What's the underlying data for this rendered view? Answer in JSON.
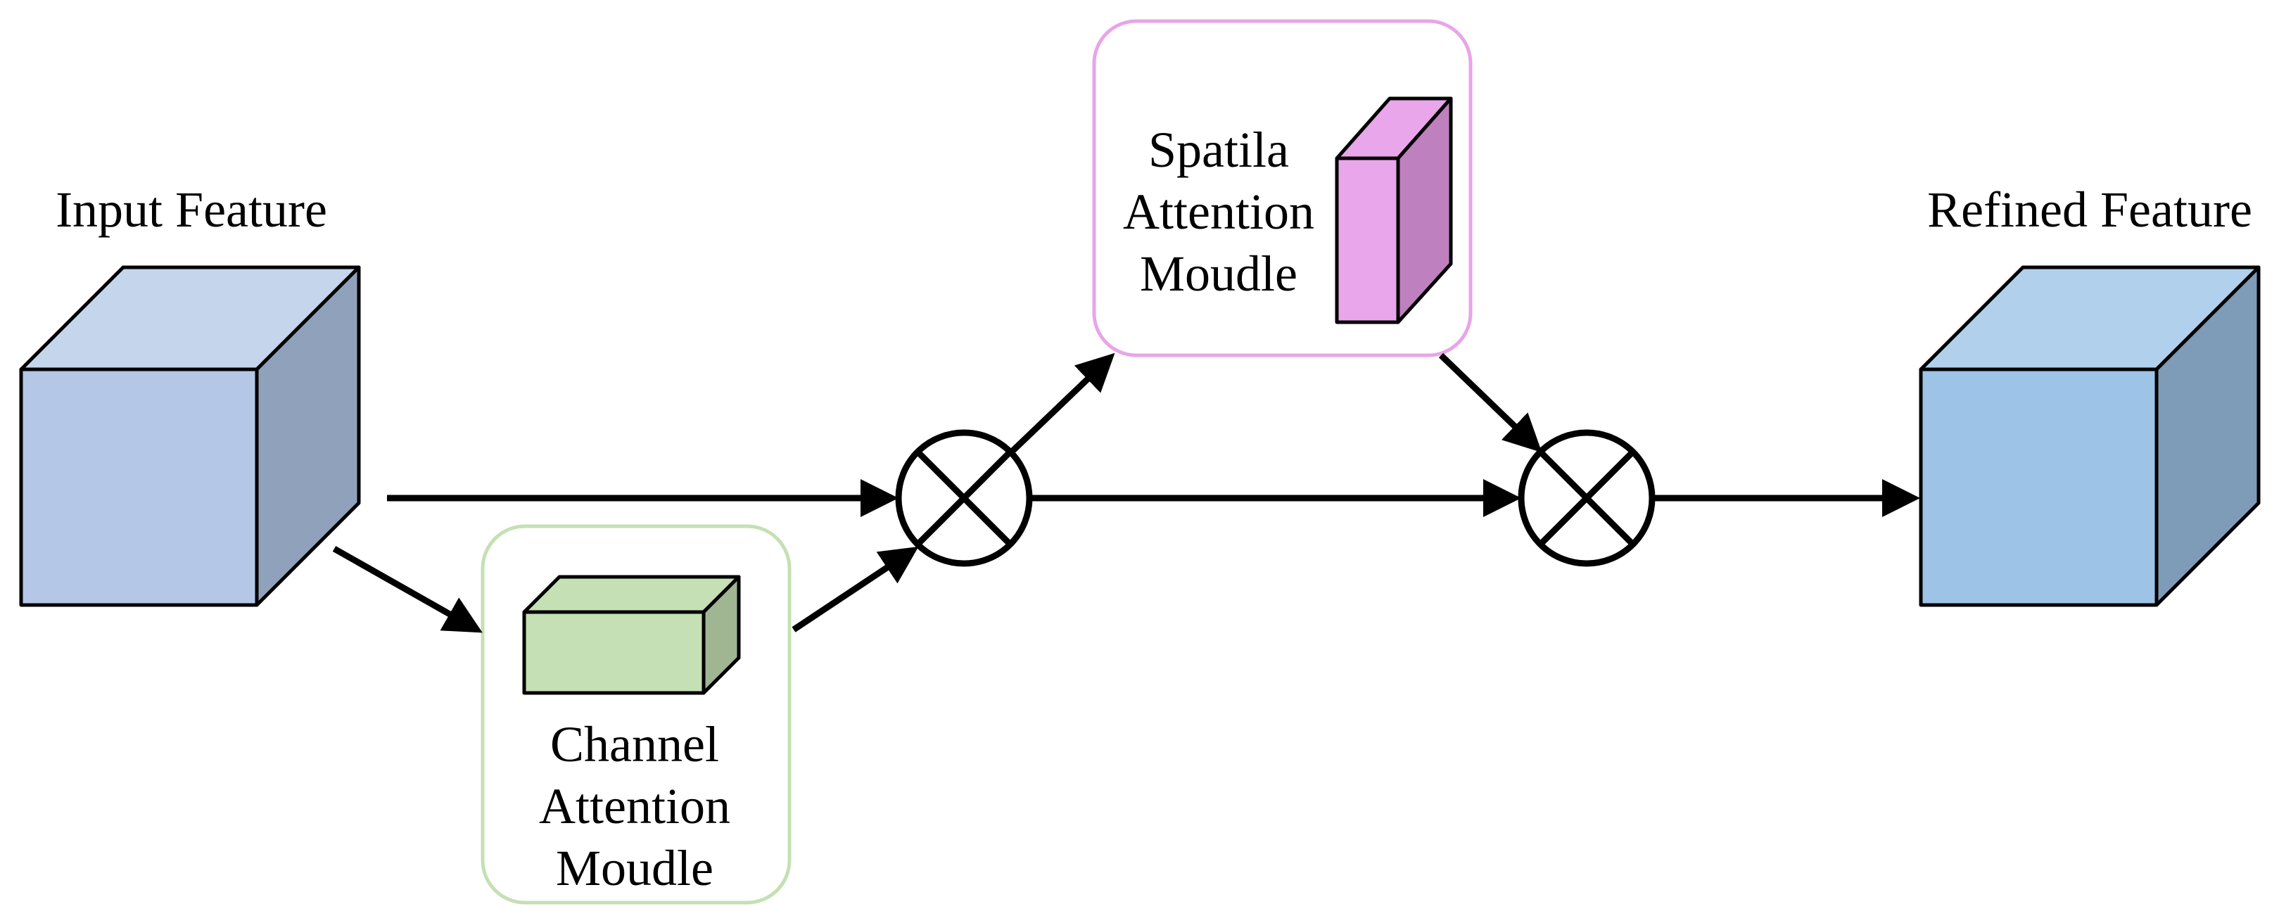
{
  "nodes": {
    "input_feature": {
      "label": "Input Feature",
      "front_color": "#b4c7e7",
      "top_color": "#c5d5ec",
      "side_color": "#8fa1bb"
    },
    "channel_attention": {
      "label_lines": [
        "Channel",
        "Attention",
        "Moudle"
      ],
      "border_color": "#c5e0b4",
      "front_color": "#c5e0b4",
      "side_color": "#a0b592"
    },
    "spatial_attention": {
      "label_lines": [
        "Spatila",
        "Attention",
        "Moudle"
      ],
      "border_color": "#e8a5e8",
      "front_color": "#eaa6ea",
      "side_color": "#bf80bf"
    },
    "refined_feature": {
      "label": "Refined Feature",
      "front_color": "#9dc3e6",
      "top_color": "#b0d0ec",
      "side_color": "#7e9cb8"
    }
  },
  "operators": [
    {
      "id": "multiply-1",
      "symbol": "multiply-circle-icon"
    },
    {
      "id": "multiply-2",
      "symbol": "multiply-circle-icon"
    }
  ],
  "edges": [
    {
      "from": "input_feature",
      "to": "multiply-1"
    },
    {
      "from": "input_feature",
      "to": "channel_attention"
    },
    {
      "from": "channel_attention",
      "to": "multiply-1"
    },
    {
      "from": "multiply-1",
      "to": "spatial_attention"
    },
    {
      "from": "multiply-1",
      "to": "multiply-2"
    },
    {
      "from": "spatial_attention",
      "to": "multiply-2"
    },
    {
      "from": "multiply-2",
      "to": "refined_feature"
    }
  ]
}
